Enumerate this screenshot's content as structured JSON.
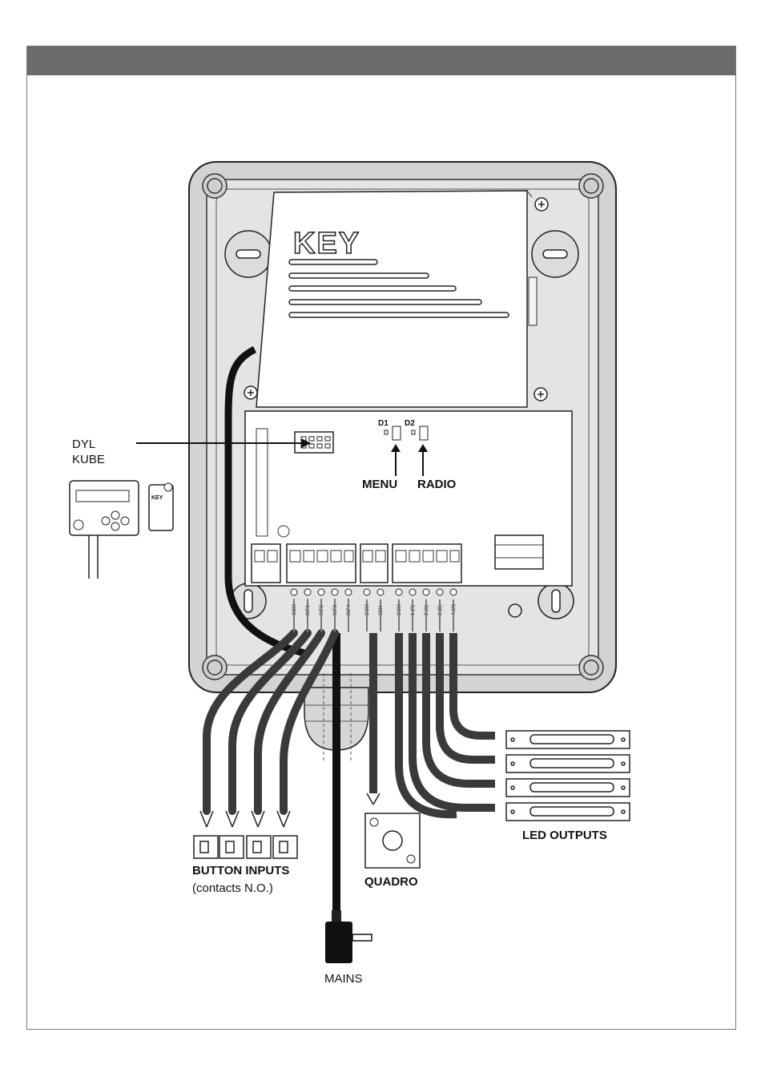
{
  "device": {
    "brand_logo": "KEY",
    "leds": {
      "d1": "D1",
      "d2": "D2"
    }
  },
  "labels": {
    "dyl": "DYL",
    "kube": "KUBE",
    "menu": "MENU",
    "radio": "RADIO",
    "button_inputs": "BUTTON INPUTS",
    "contacts": "(contacts N.O.)",
    "mains": "MAINS",
    "quadro": "QUADRO",
    "led_outputs": "LED OUTPUTS"
  },
  "terminals": {
    "inputs": [
      "COM",
      "INP1",
      "INP2",
      "INP3",
      "INP4"
    ],
    "sensor": [
      "COM",
      "SEN"
    ],
    "outputs": [
      "COM",
      "1 (R)",
      "2 (G)",
      "3 (B)",
      "4 (W)"
    ]
  },
  "colors": {
    "header": "#6b6b6b",
    "enclosure": "#d2d2d2",
    "cable": "#3d3d3d"
  },
  "icons": [
    "screw-icon",
    "plug-icon",
    "push-button-icon",
    "led-strip-icon"
  ]
}
